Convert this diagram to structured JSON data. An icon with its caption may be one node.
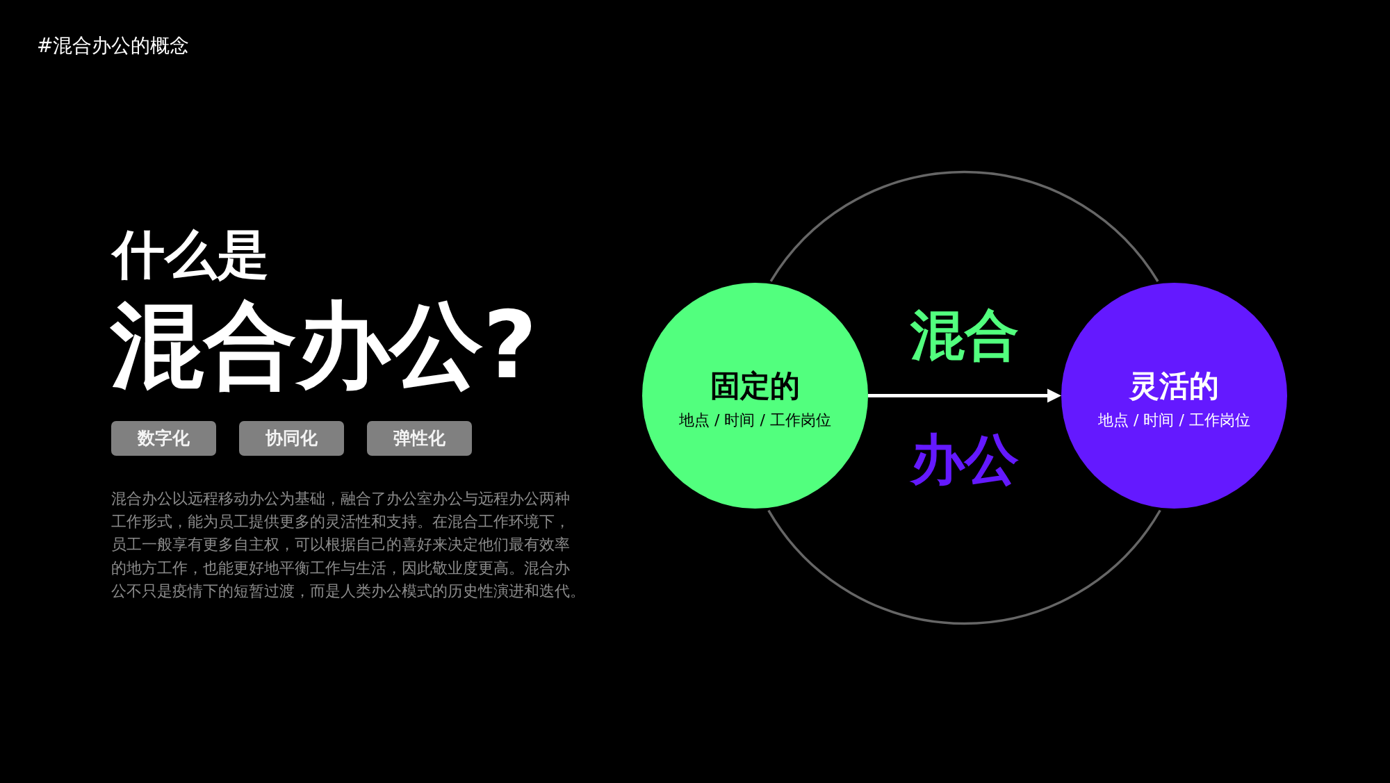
{
  "diagram": {
    "title": "#混合办公的概念",
    "nodes": [
      {
        "text": [
          "数字化"
        ]
      },
      {
        "text": [
          "协同化"
        ]
      },
      {
        "text": [
          "弹性化"
        ]
      },
      {
        "text": [
          "固定的",
          "地点 / 时间 / 工作岗位"
        ]
      },
      {
        "text": [
          "灵活的",
          "地点 / 时间 / 工作岗位"
        ]
      }
    ],
    "edges": [
      {
        "from": 3,
        "to": 4,
        "arrow": "to"
      }
    ],
    "labels": [
      "什么是",
      "混合办公?",
      "混合办公以远程移动办公为基础，融合了办公室办公与远程办公两种工作形式，能为员工提供更多的灵活性和支持。在混合工作环境下，员工一般享有更多自主权，可以根据自己的喜好来决定他们最有效率的地方工作，也能更好地平衡工作与生活，因此敬业度更高。混合办公不只是疫情下的短暂过渡，而是人类办公模式的历史性演进和迭代。",
      "混合",
      "办公"
    ]
  }
}
